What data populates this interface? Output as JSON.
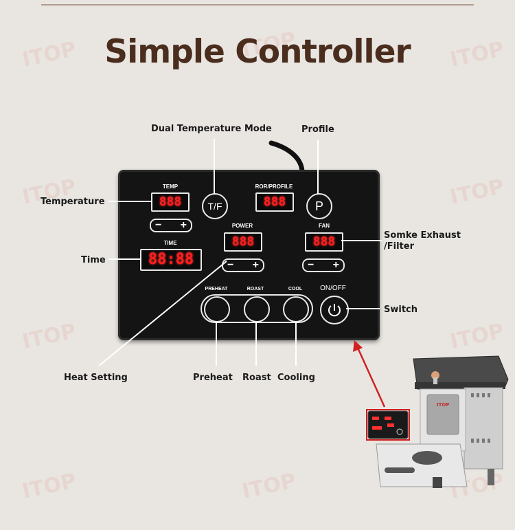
{
  "title": "Simple Controller",
  "watermark": "ITOP",
  "panel": {
    "temp_label": "TEMP",
    "time_label": "TIME",
    "ror_label": "ROR/PROFILE",
    "power_label": "POWER",
    "fan_label": "FAN",
    "preheat_label": "PREHEAT",
    "roast_label": "ROAST",
    "cool_label": "COOL",
    "onoff_label": "ON/OFF",
    "tf_button": "T/F",
    "p_button": "P",
    "temp_display": "888",
    "ror_display": "888",
    "power_display": "888",
    "fan_display": "888",
    "time_display": "88:88",
    "minus": "−",
    "plus": "+"
  },
  "callouts": {
    "dual_temp": "Dual Temperature Mode",
    "profile": "Profile",
    "temperature": "Temperature",
    "time": "Time",
    "smoke_line1": "Somke Exhaust",
    "smoke_line2": "/Filter",
    "switch": "Switch",
    "heat_setting": "Heat Setting",
    "preheat": "Preheat",
    "roast": "Roast",
    "cooling": "Cooling"
  },
  "machine": {
    "brand": "ITOP"
  },
  "colors": {
    "title": "#4a2d1d",
    "segment": "#ff1f1f",
    "arrow": "#d02020",
    "background": "#e9e6e2"
  }
}
